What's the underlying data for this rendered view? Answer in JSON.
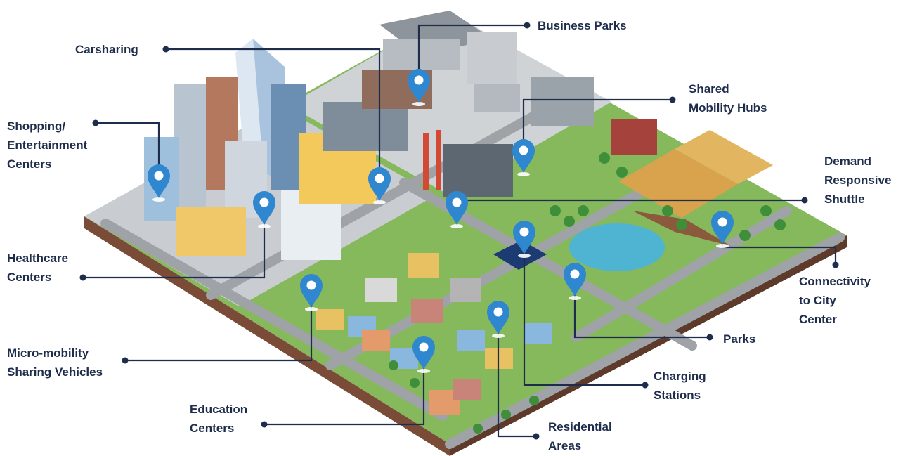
{
  "labels": {
    "business_parks": "Business Parks",
    "carsharing": "Carsharing",
    "shared_mobility_hubs": "Shared\nMobility Hubs",
    "shopping_entertainment": "Shopping/\nEntertainment\nCenters",
    "demand_responsive_shuttle": "Demand\nResponsive\nShuttle",
    "healthcare_centers": "Healthcare\nCenters",
    "connectivity_city_center": "Connectivity\nto City\nCenter",
    "parks": "Parks",
    "micro_mobility": "Micro-mobility\nSharing Vehicles",
    "charging_stations": "Charging\nStations",
    "education_centers": "Education\nCenters",
    "residential_areas": "Residential\nAreas"
  },
  "colors": {
    "label_text": "#1f2d4d",
    "leader_line": "#1f2d4d",
    "pin": "#2f87cf",
    "ground_grass": "#8dbf63",
    "road": "#9fa3a8",
    "soil": "#8a5a44"
  },
  "icons": [
    "map-pin-icon"
  ]
}
